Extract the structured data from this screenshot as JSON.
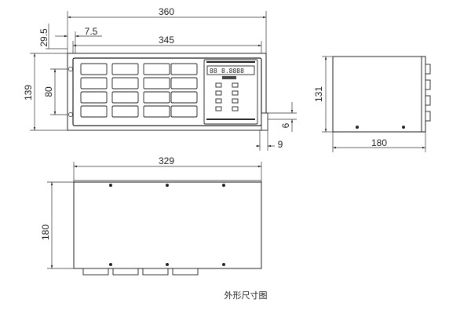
{
  "caption": "外形尺寸图",
  "front_view": {
    "total_width": "360",
    "panel_width": "345",
    "top_offset": "29.5",
    "left_offset": "7.5",
    "total_height": "139",
    "hole_spacing": "80",
    "display_top": "88",
    "display_readout": "8.8888",
    "depth_small_a": "6",
    "depth_small_b": "9"
  },
  "side_view": {
    "height": "131",
    "depth": "180"
  },
  "top_view": {
    "width": "329",
    "depth": "180"
  }
}
